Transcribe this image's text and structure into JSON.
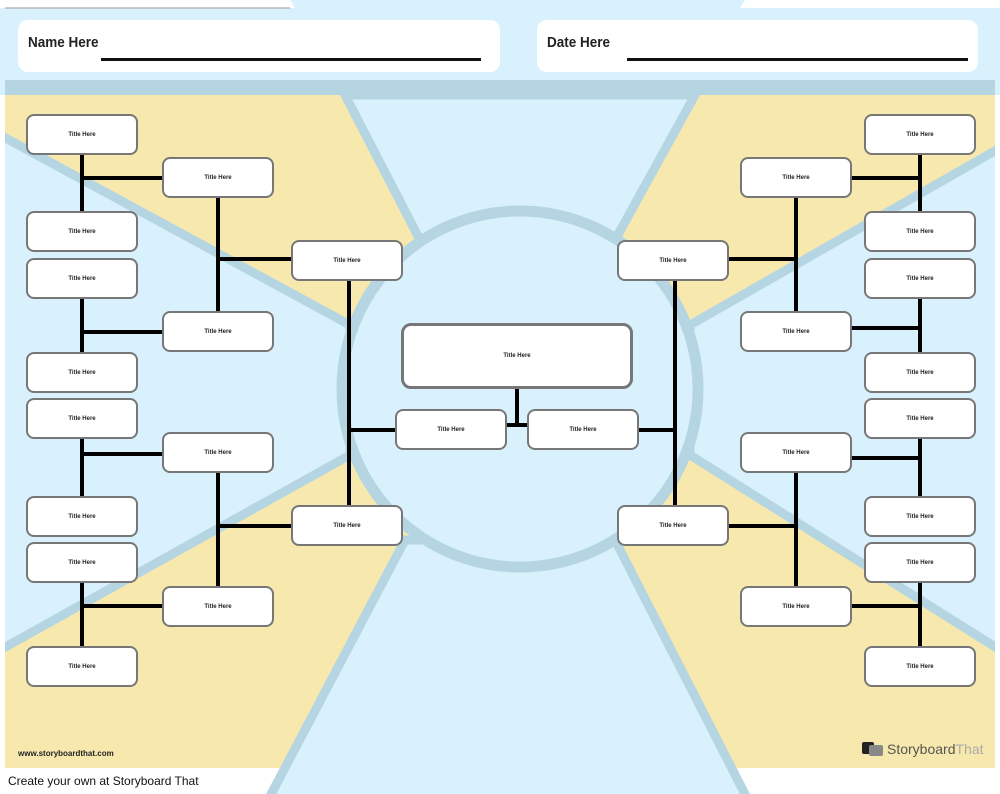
{
  "header": {
    "name_label": "Name Here",
    "date_label": "Date Here"
  },
  "bracket": {
    "left": {
      "round1": [
        "Title Here",
        "Title Here",
        "Title Here",
        "Title Here",
        "Title Here",
        "Title Here",
        "Title Here",
        "Title Here"
      ],
      "round2": [
        "Title Here",
        "Title Here",
        "Title Here",
        "Title Here"
      ],
      "round3": [
        "Title Here",
        "Title Here"
      ]
    },
    "right": {
      "round1": [
        "Title Here",
        "Title Here",
        "Title Here",
        "Title Here",
        "Title Here",
        "Title Here",
        "Title Here",
        "Title Here"
      ],
      "round2": [
        "Title Here",
        "Title Here",
        "Title Here",
        "Title Here"
      ],
      "round3": [
        "Title Here",
        "Title Here"
      ]
    },
    "center": {
      "semifinal": [
        "Title Here",
        "Title Here"
      ],
      "final": "Title Here"
    }
  },
  "footer": {
    "url": "www.storyboardthat.com",
    "logo_main": "Storyboard",
    "logo_suffix": "That",
    "create_text": "Create your own at Storyboard That"
  },
  "colors": {
    "yellow": "#f7e9ad",
    "light_blue": "#d9f1fc",
    "stroke_blue": "#b5d5e3"
  }
}
